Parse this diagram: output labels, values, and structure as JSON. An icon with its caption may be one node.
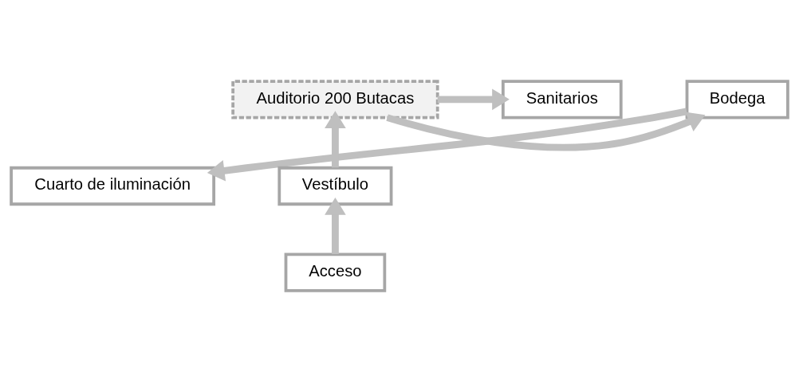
{
  "diagram": {
    "nodes": [
      {
        "text": [
          "Bodega"
        ]
      },
      {
        "text": [
          "Auditorio 200 Butacas"
        ]
      },
      {
        "text": [
          "Sanitarios"
        ]
      },
      {
        "text": [
          "Cuarto de iluminación"
        ]
      },
      {
        "text": [
          "Vestíbulo"
        ]
      },
      {
        "text": [
          "Acceso"
        ]
      }
    ],
    "edges": [
      {
        "from": 1,
        "to": 0,
        "arrow": "to"
      },
      {
        "from": 1,
        "to": 2,
        "arrow": "to"
      },
      {
        "from": 0,
        "to": 3,
        "arrow": "to"
      },
      {
        "from": 4,
        "to": 1,
        "arrow": "to"
      },
      {
        "from": 5,
        "to": 4,
        "arrow": "to"
      }
    ]
  }
}
